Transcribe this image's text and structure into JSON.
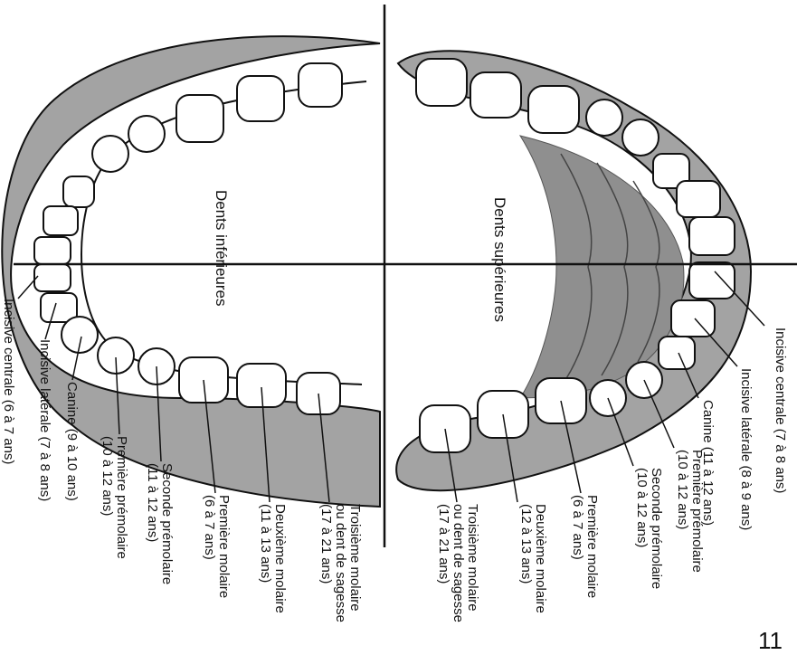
{
  "titles": {
    "lower": "Dents inférieures",
    "upper": "Dents supérieures"
  },
  "lower_teeth": [
    "Incisive centrale (6 à 7 ans)",
    "Incisive latérale (7 à 8 ans)",
    "Canine (9 à 10 ans)",
    "Première prémolaire\n(10 à 12 ans)",
    "Seconde prémolaire\n(11 à 12 ans)",
    "Première molaire\n(6 à 7 ans)",
    "Deuxième molaire\n(11 à 13 ans)",
    "Troisième molaire\nou dent de sagesse\n(17 à 21 ans)"
  ],
  "upper_teeth": [
    "Incisive centrale (7 à 8 ans)",
    "Incisive latérale (8 à 9 ans)",
    "Canine (11 à 12 ans)",
    "Première prémolaire\n(10 à 12 ans)",
    "Seconde prémolaire\n(10 à 12 ans)",
    "Première molaire\n(6 à 7 ans)",
    "Deuxième molaire\n(12 à 13 ans)",
    "Troisième molaire\nou dent de sagesse\n(17 à 21 ans)"
  ],
  "page_number": "11",
  "colors": {
    "gum": "#a3a3a3",
    "palate": "#8f8f8f",
    "tooth": "#ffffff",
    "line": "#111111"
  }
}
